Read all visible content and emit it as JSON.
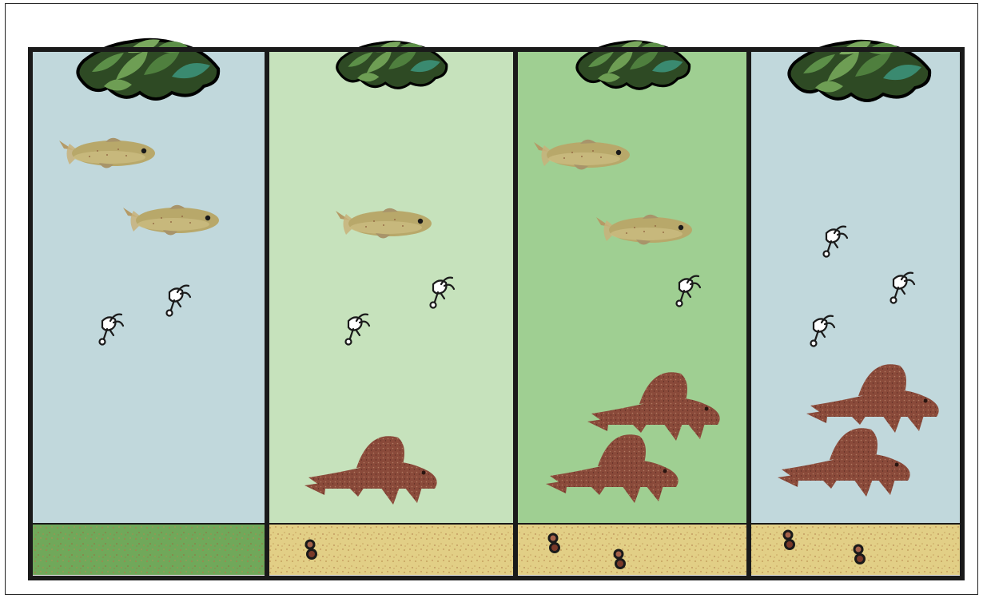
{
  "colors": {
    "tank_border": "#1a1a1a",
    "water_blue": "#c1d8dc",
    "water_light_green": "#c6e2bc",
    "water_green": "#9fcf92",
    "sediment_green": "#70a85a",
    "sediment_sand": "#e2cf86",
    "leaf_dark": "#2e5e30",
    "leaf_mid": "#5c8f48",
    "leaf_teal": "#3a8a70",
    "killifish_body": "#b8a86a",
    "pleco_body": "#8a4a3a",
    "snail_shell": "#7a3a2a"
  },
  "tanks": [
    {
      "id": "tank-1",
      "water": "blue",
      "sediment": "green",
      "plant": "present",
      "killifish": 2,
      "plecos": 0,
      "daphnia": 2,
      "snails": 0
    },
    {
      "id": "tank-2",
      "water": "light-green",
      "sediment": "sand",
      "plant": "present",
      "killifish": 1,
      "plecos": 1,
      "daphnia": 2,
      "snails": 1
    },
    {
      "id": "tank-3",
      "water": "green",
      "sediment": "sand",
      "plant": "present",
      "killifish": 2,
      "plecos": 2,
      "daphnia": 1,
      "snails": 2
    },
    {
      "id": "tank-4",
      "water": "blue",
      "sediment": "sand",
      "plant": "present",
      "killifish": 0,
      "plecos": 2,
      "daphnia": 3,
      "snails": 2
    }
  ]
}
